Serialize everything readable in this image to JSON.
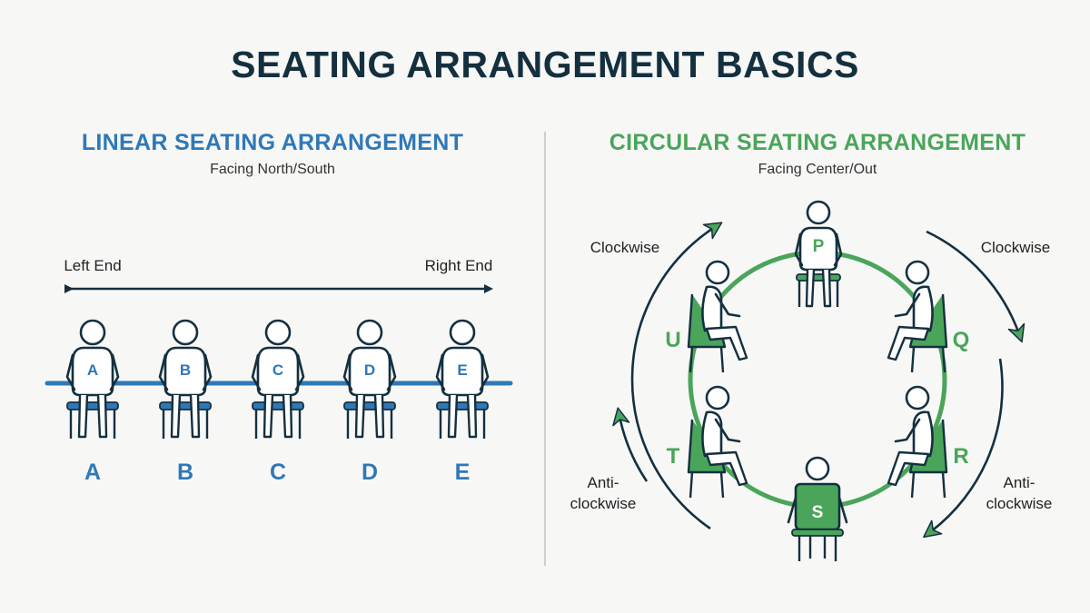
{
  "title": "SEATING ARRANGEMENT BASICS",
  "linear": {
    "title": "LINEAR SEATING ARRANGEMENT",
    "subtitle": "Facing North/South",
    "left_end": "Left End",
    "right_end": "Right End",
    "seats": [
      "A",
      "B",
      "C",
      "D",
      "E"
    ],
    "labels": [
      "A",
      "B",
      "C",
      "D",
      "E"
    ]
  },
  "circular": {
    "title": "CIRCULAR SEATING ARRANGEMENT",
    "subtitle": "Facing Center/Out",
    "clockwise_left": "Clockwise",
    "clockwise_right": "Clockwise",
    "anticlockwise_left_1": "Anti-",
    "anticlockwise_left_2": "clockwise",
    "anticlockwise_right_1": "Anti-",
    "anticlockwise_right_2": "clockwise",
    "seats": {
      "top": "P",
      "upper_right": "Q",
      "lower_right": "R",
      "bottom": "S",
      "lower_left": "T",
      "upper_left": "U"
    }
  },
  "colors": {
    "navy": "#14303f",
    "blue": "#2f78b8",
    "green": "#4aa55a",
    "dark_green": "#2e7d3e"
  }
}
